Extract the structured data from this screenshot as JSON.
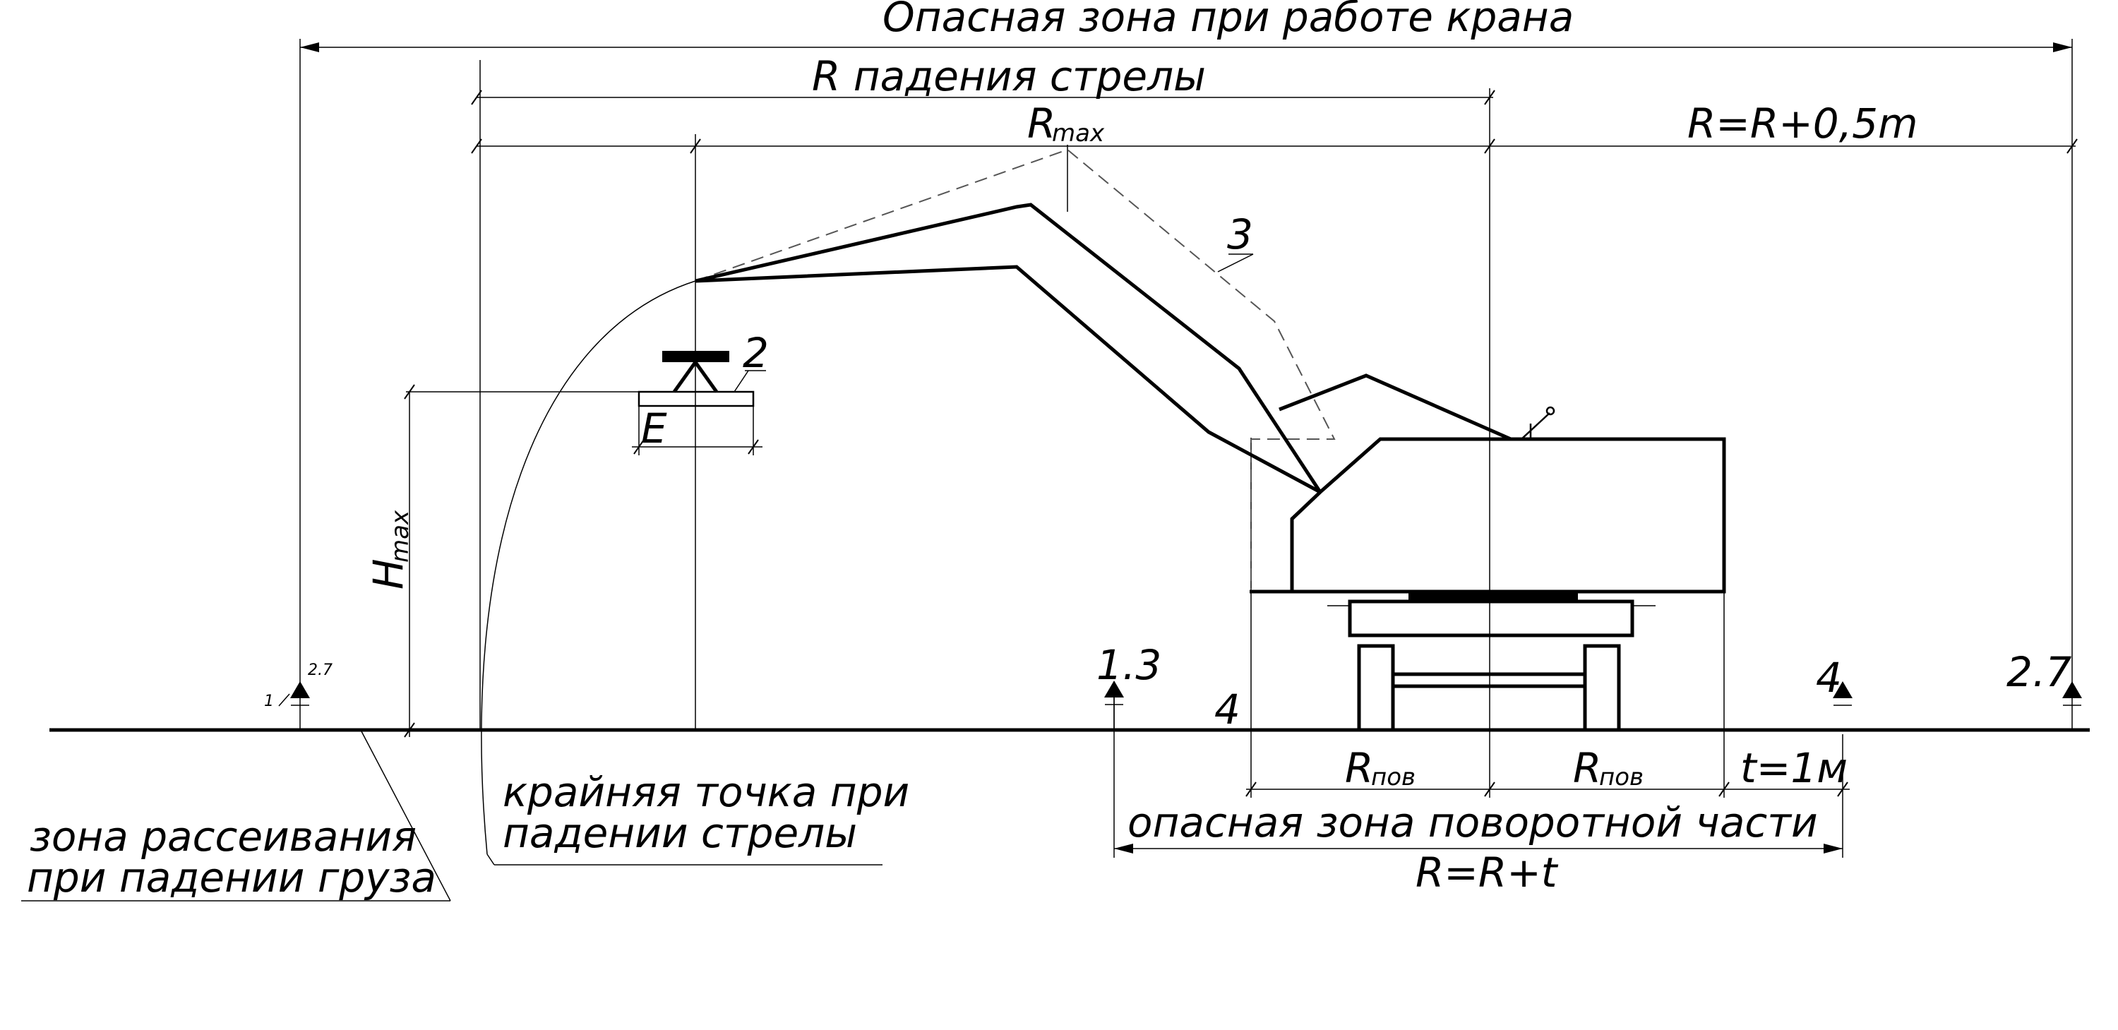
{
  "labels": {
    "danger_zone_crane": "Опасная зона при работе крана",
    "r_boom_fall": "R падения стрелы",
    "r_max": "R",
    "r_max_sub": "max",
    "r_plus_half": "R=R+0,5m",
    "callout_3": "3",
    "callout_2": "2",
    "label_e": "E",
    "h_max": "H",
    "h_max_sub": "max",
    "mark_1_3": "1.3",
    "mark_4_left": "4",
    "mark_4_right": "4",
    "mark_2_7_right": "2.7",
    "mark_2_7_left": "2.7",
    "mark_1_left": "1",
    "r_pov_left": "R",
    "r_pov_left_sub": "пов",
    "r_pov_right": "R",
    "r_pov_right_sub": "пов",
    "t_1m": "t=1м",
    "rotating_zone": "опасная зона поворотной части",
    "r_plus_t": "R=R+t",
    "extreme_point_line1": "крайняя точка при",
    "extreme_point_line2": "падении стрелы",
    "scatter_zone_line1": "зона рассеивания",
    "scatter_zone_line2": "при падении груза"
  },
  "colors": {
    "line": "#000000",
    "dashed": "#555555",
    "background": "#ffffff"
  }
}
